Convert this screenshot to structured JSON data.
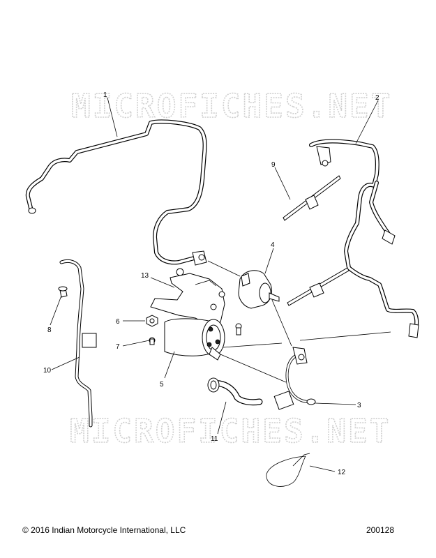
{
  "watermark": {
    "text": "MICROFICHES.NET"
  },
  "callouts": [
    "1",
    "2",
    "3",
    "4",
    "5",
    "6",
    "7",
    "8",
    "9",
    "10",
    "11",
    "12",
    "13"
  ],
  "footer": {
    "copyright": "© 2016 Indian Motorcycle International, LLC",
    "reference": "200128"
  }
}
